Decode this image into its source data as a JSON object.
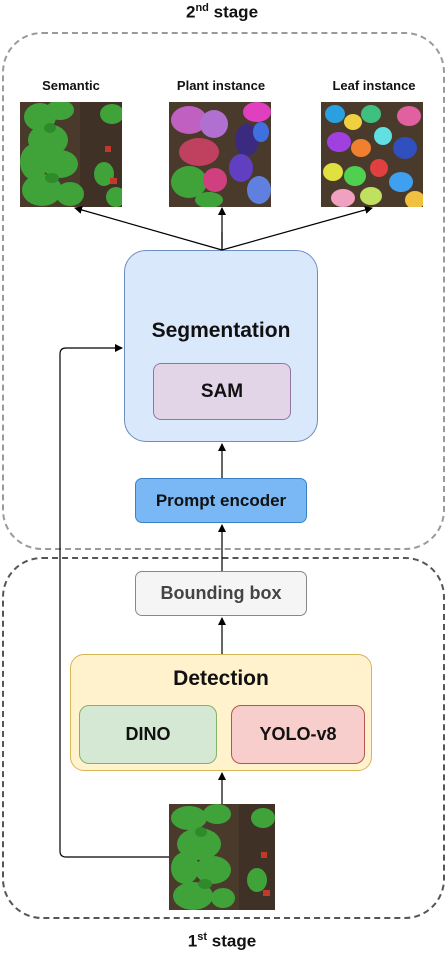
{
  "stages": {
    "second": {
      "prefix": "2",
      "sup": "nd",
      "suffix": " stage"
    },
    "first": {
      "prefix": "1",
      "sup": "st",
      "suffix": " stage"
    }
  },
  "outputs": [
    {
      "label": "Semantic"
    },
    {
      "label": "Plant instance"
    },
    {
      "label": "Leaf instance"
    }
  ],
  "segmentation": {
    "title": "Segmentation",
    "model": "SAM"
  },
  "prompt_encoder": {
    "label": "Prompt encoder"
  },
  "bounding_box": {
    "label": "Bounding box"
  },
  "detection": {
    "title": "Detection",
    "models": [
      "DINO",
      "YOLO-v8"
    ]
  },
  "colors": {
    "segmentation_fill": "#dae8fc",
    "segmentation_border": "#6c8ebf",
    "sam_fill": "#e1d5e7",
    "sam_border": "#9673a6",
    "prompt_fill": "#7ab8f5",
    "prompt_border": "#3b82c4",
    "bbox_fill": "#f5f5f5",
    "bbox_border": "#888888",
    "detection_fill": "#fff2cc",
    "detection_border": "#d6b656",
    "dino_fill": "#d5e8d4",
    "dino_border": "#82b366",
    "yolo_fill": "#f8cecc",
    "yolo_border": "#b85450"
  }
}
